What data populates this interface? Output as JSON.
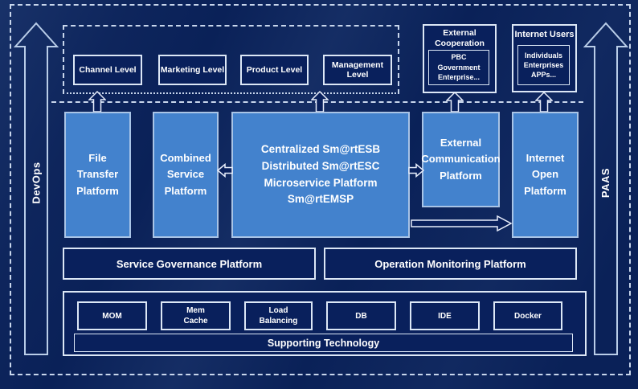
{
  "colors": {
    "background": "#0a2158",
    "platform_fill": "#4382cd",
    "platform_border": "#a9c4e6",
    "dark_box_fill": "#09205c",
    "line_white": "#dce7f6"
  },
  "rails": {
    "left": "DevOps",
    "right": "PAAS"
  },
  "levels": {
    "items": [
      "Channel Level",
      "Marketing Level",
      "Product Level",
      "Management Level"
    ]
  },
  "external_cooperation": {
    "title": "External\nCooperation",
    "members": "PBC Government\nEnterprise..."
  },
  "internet_users": {
    "title": "Internet Users",
    "members": "Individuals\nEnterprises\nAPPs..."
  },
  "platforms": {
    "file_transfer": "File\nTransfer\nPlatform",
    "combined_service": "Combined\nService\nPlatform",
    "central": "Centralized Sm@rtESB\nDistributed Sm@rtESC\nMicroservice Platform Sm@rtEMSP",
    "external_communication": "External\nCommunication\nPlatform",
    "internet_open": "Internet\nOpen\nPlatform"
  },
  "governance": {
    "service": "Service Governance Platform",
    "monitoring": "Operation Monitoring Platform"
  },
  "supporting": {
    "technologies": [
      "MOM",
      "Mem\nCache",
      "Load\nBalancing",
      "DB",
      "IDE",
      "Docker"
    ],
    "label": "Supporting Technology"
  }
}
